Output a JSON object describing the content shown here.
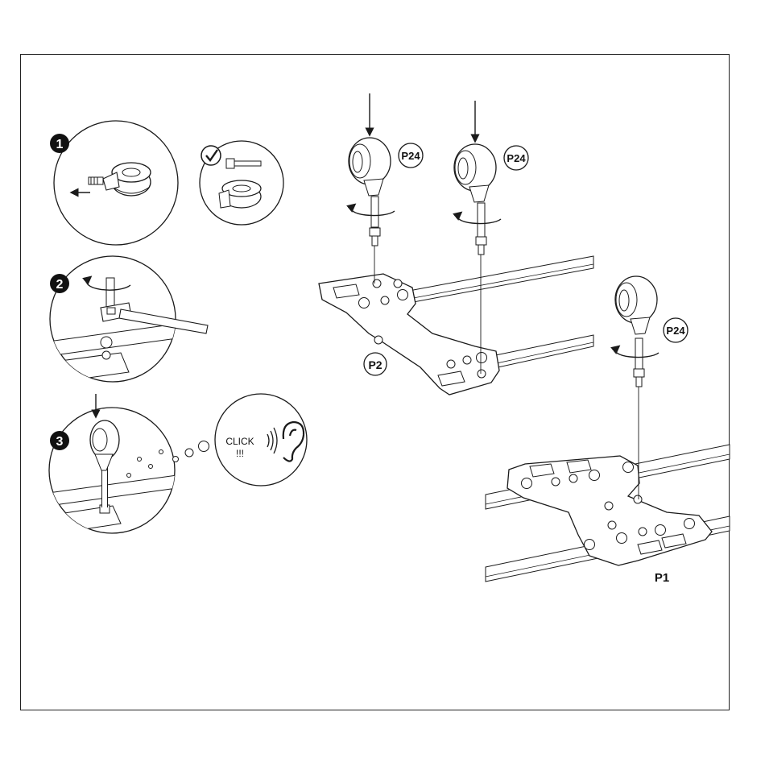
{
  "steps": [
    {
      "number": "1"
    },
    {
      "number": "2"
    },
    {
      "number": "3"
    }
  ],
  "labels": {
    "part_p24_a": "P24",
    "part_p24_b": "P24",
    "part_p24_c": "P24",
    "part_p2": "P2",
    "part_p1": "P1",
    "click_line1": "CLICK",
    "click_line2": "!!!"
  },
  "icons": [
    "check-icon",
    "ear-icon",
    "sound-waves-icon",
    "rotation-arrow-icon",
    "down-arrow-icon",
    "left-arrow-icon"
  ],
  "colors": {
    "line": "#1a1a1a",
    "fill": "#ffffff",
    "shade": "#e6e6e6",
    "badge": "#111111"
  }
}
